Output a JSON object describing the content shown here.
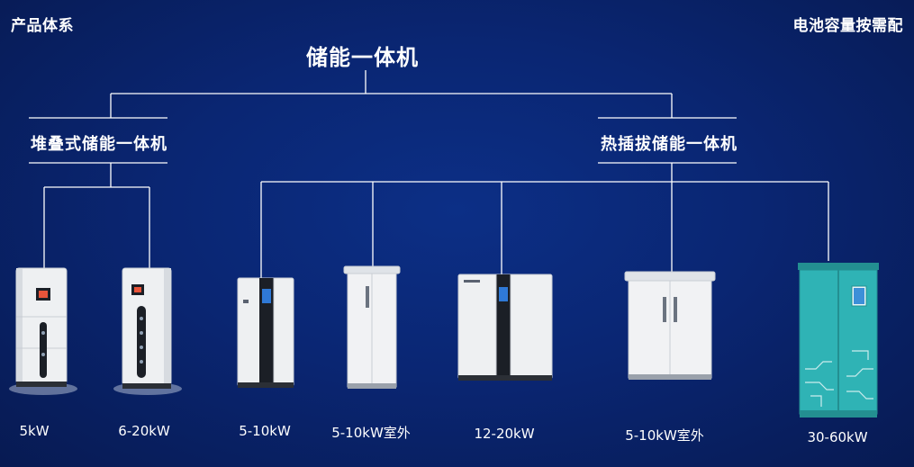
{
  "header": {
    "left_label": "产品体系",
    "right_label": "电池容量按需配"
  },
  "tree": {
    "root": "储能一体机",
    "branches": [
      {
        "label": "堆叠式储能一体机"
      },
      {
        "label": "热插拔储能一体机"
      }
    ]
  },
  "products": [
    {
      "caption": "5kW"
    },
    {
      "caption": "6-20kW"
    },
    {
      "caption": "5-10kW"
    },
    {
      "caption": "5-10kW室外"
    },
    {
      "caption": "12-20kW"
    },
    {
      "caption": "5-10kW室外"
    },
    {
      "caption": "30-60kW"
    }
  ],
  "colors": {
    "background": "#0a2673",
    "connector_lines": "#ffffff",
    "cabinet_body": "#eef0f2",
    "cabinet_accent": "#1b1f26",
    "teal_cabinet": "#2fb3b5"
  }
}
